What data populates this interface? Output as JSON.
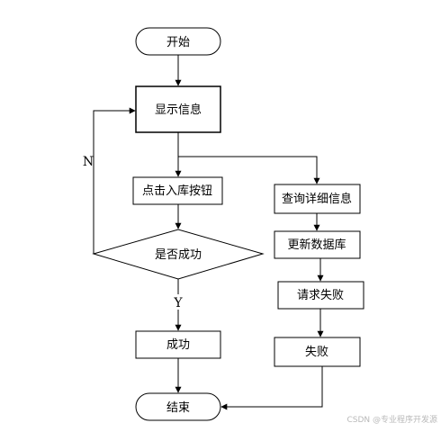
{
  "nodes": {
    "start": "开始",
    "display_info": "显示信息",
    "click_add": "点击入库按钮",
    "decision_success": "是否成功",
    "success": "成功",
    "end": "结束",
    "query_detail": "查询详细信息",
    "update_db": "更新数据库",
    "request_fail": "请求失败",
    "fail": "失败"
  },
  "labels": {
    "no": "N",
    "yes": "Y"
  },
  "watermark": "CSDN @专业程序开发源"
}
